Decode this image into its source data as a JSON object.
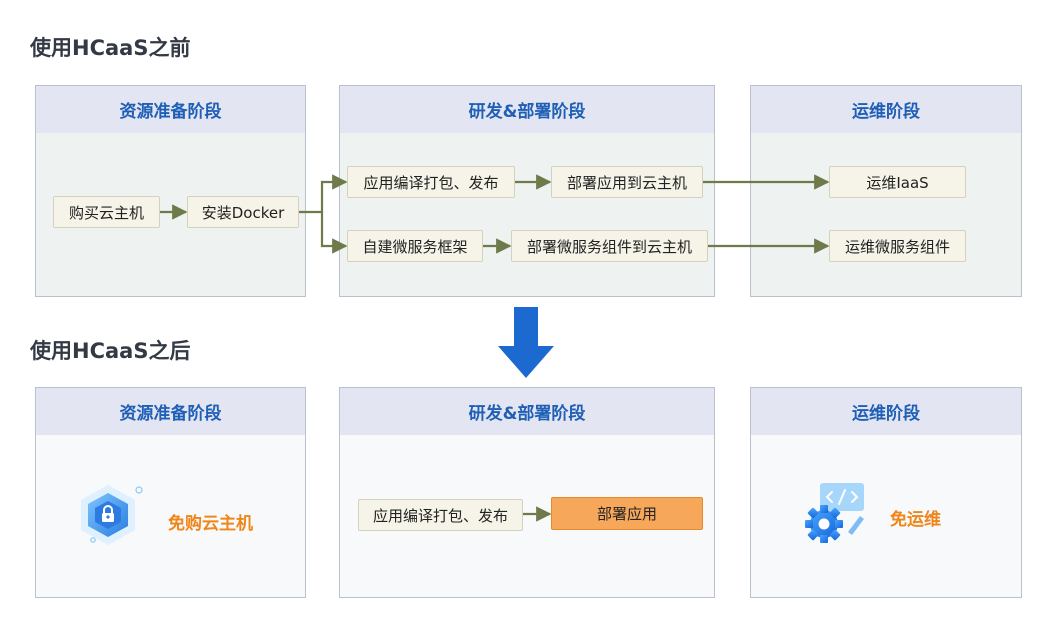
{
  "before": {
    "title": "使用HCaaS之前",
    "phases": {
      "resource": "资源准备阶段",
      "dev": "研发&部署阶段",
      "ops": "运维阶段"
    },
    "steps": {
      "buy_host": "购买云主机",
      "install_docker": "安装Docker",
      "build_publish": "应用编译打包、发布",
      "deploy_app": "部署应用到云主机",
      "build_microservice": "自建微服务框架",
      "deploy_components": "部署微服务组件到云主机",
      "ops_iaas": "运维IaaS",
      "ops_microservice": "运维微服务组件"
    }
  },
  "after": {
    "title": "使用HCaaS之后",
    "phases": {
      "resource": "资源准备阶段",
      "dev": "研发&部署阶段",
      "ops": "运维阶段"
    },
    "labels": {
      "no_buy_host": "免购云主机",
      "no_ops": "免运维"
    },
    "steps": {
      "build_publish": "应用编译打包、发布",
      "deploy_app": "部署应用"
    }
  },
  "icons": {
    "transition": "down-arrow-icon",
    "resource": "shield-lock-icon",
    "ops": "gear-code-icon"
  },
  "colors": {
    "phase_text": "#1f60b6",
    "arrow": "#6f7a4b",
    "transition_arrow": "#1c6ad0",
    "highlight": "#f7a75a",
    "orange_text": "#f08519"
  }
}
